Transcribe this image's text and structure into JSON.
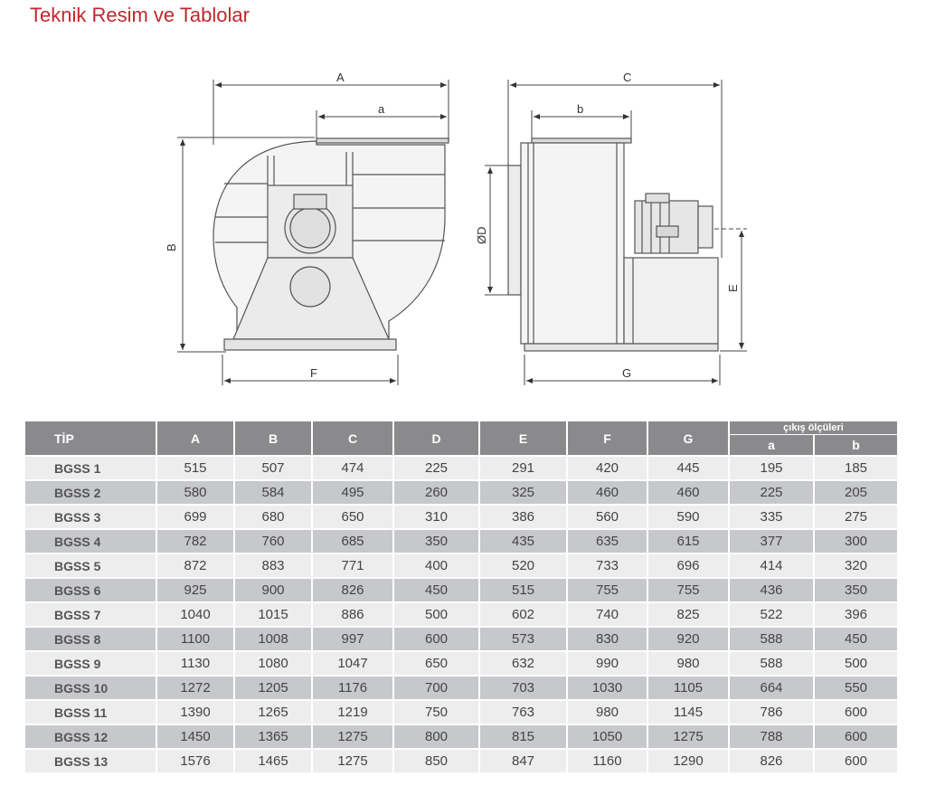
{
  "page": {
    "title": "Teknik Resim ve Tablolar"
  },
  "drawing": {
    "dimension_labels": {
      "A": "A",
      "a": "a",
      "B": "B",
      "F": "F",
      "C": "C",
      "b": "b",
      "D": "ØD",
      "E": "E",
      "G": "G"
    }
  },
  "table": {
    "headers": {
      "tip": "TİP",
      "A": "A",
      "B": "B",
      "C": "C",
      "D": "D",
      "E": "E",
      "F": "F",
      "G": "G",
      "group": "çıkış ölçüleri",
      "a": "a",
      "b": "b"
    },
    "rows": [
      [
        "BGSS 1",
        "515",
        "507",
        "474",
        "225",
        "291",
        "420",
        "445",
        "195",
        "185"
      ],
      [
        "BGSS 2",
        "580",
        "584",
        "495",
        "260",
        "325",
        "460",
        "460",
        "225",
        "205"
      ],
      [
        "BGSS 3",
        "699",
        "680",
        "650",
        "310",
        "386",
        "560",
        "590",
        "335",
        "275"
      ],
      [
        "BGSS 4",
        "782",
        "760",
        "685",
        "350",
        "435",
        "635",
        "615",
        "377",
        "300"
      ],
      [
        "BGSS 5",
        "872",
        "883",
        "771",
        "400",
        "520",
        "733",
        "696",
        "414",
        "320"
      ],
      [
        "BGSS 6",
        "925",
        "900",
        "826",
        "450",
        "515",
        "755",
        "755",
        "436",
        "350"
      ],
      [
        "BGSS 7",
        "1040",
        "1015",
        "886",
        "500",
        "602",
        "740",
        "825",
        "522",
        "396"
      ],
      [
        "BGSS 8",
        "1100",
        "1008",
        "997",
        "600",
        "573",
        "830",
        "920",
        "588",
        "450"
      ],
      [
        "BGSS 9",
        "1130",
        "1080",
        "1047",
        "650",
        "632",
        "990",
        "980",
        "588",
        "500"
      ],
      [
        "BGSS 10",
        "1272",
        "1205",
        "1176",
        "700",
        "703",
        "1030",
        "1105",
        "664",
        "550"
      ],
      [
        "BGSS 11",
        "1390",
        "1265",
        "1219",
        "750",
        "763",
        "980",
        "1145",
        "786",
        "600"
      ],
      [
        "BGSS 12",
        "1450",
        "1365",
        "1275",
        "800",
        "815",
        "1050",
        "1275",
        "788",
        "600"
      ],
      [
        "BGSS 13",
        "1576",
        "1465",
        "1275",
        "850",
        "847",
        "1160",
        "1290",
        "826",
        "600"
      ]
    ]
  }
}
